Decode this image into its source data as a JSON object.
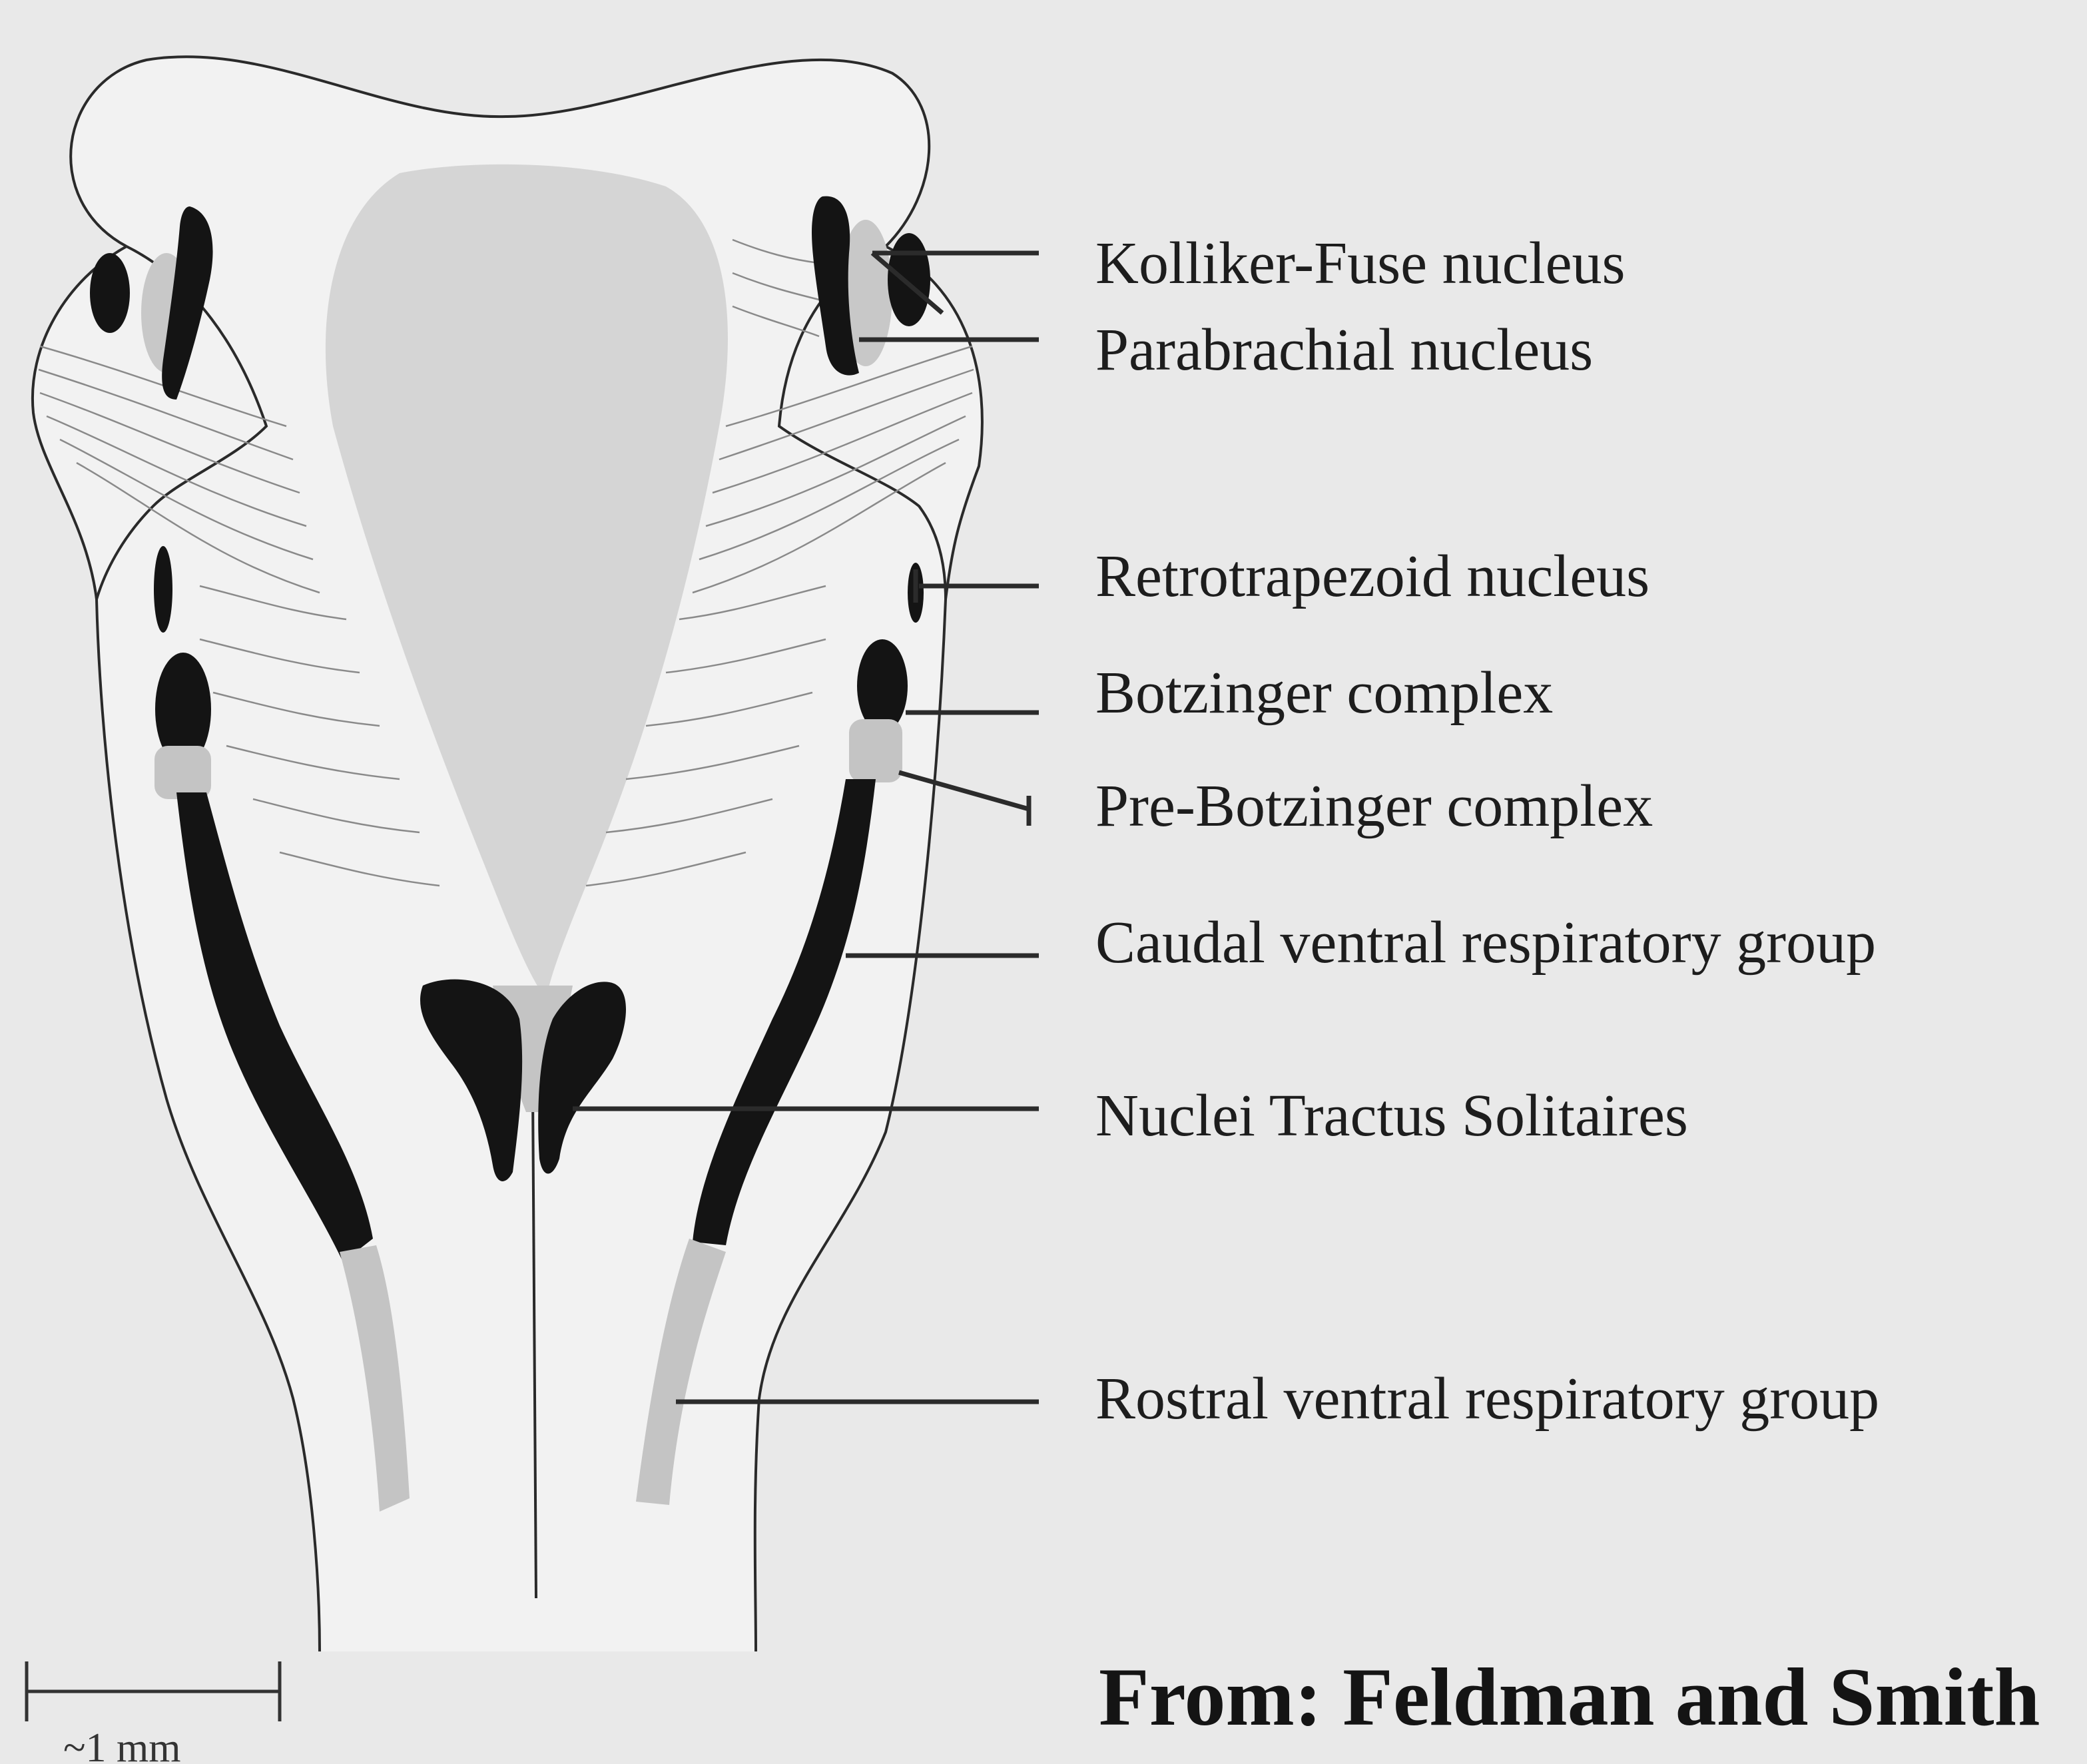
{
  "labels": {
    "kolliker_fuse": "Kolliker-Fuse nucleus",
    "parabrachial": "Parabrachial nucleus",
    "retrotrapezoid": "Retrotrapezoid nucleus",
    "botzinger": "Botzinger complex",
    "pre_botzinger": "Pre-Botzinger complex",
    "caudal_vrg": "Caudal ventral respiratory group",
    "nts": "Nuclei Tractus Solitaires",
    "rostral_vrg": "Rostral ventral respiratory group"
  },
  "scale_bar": {
    "text": "~1 mm"
  },
  "credit": "From: Feldman and Smith"
}
